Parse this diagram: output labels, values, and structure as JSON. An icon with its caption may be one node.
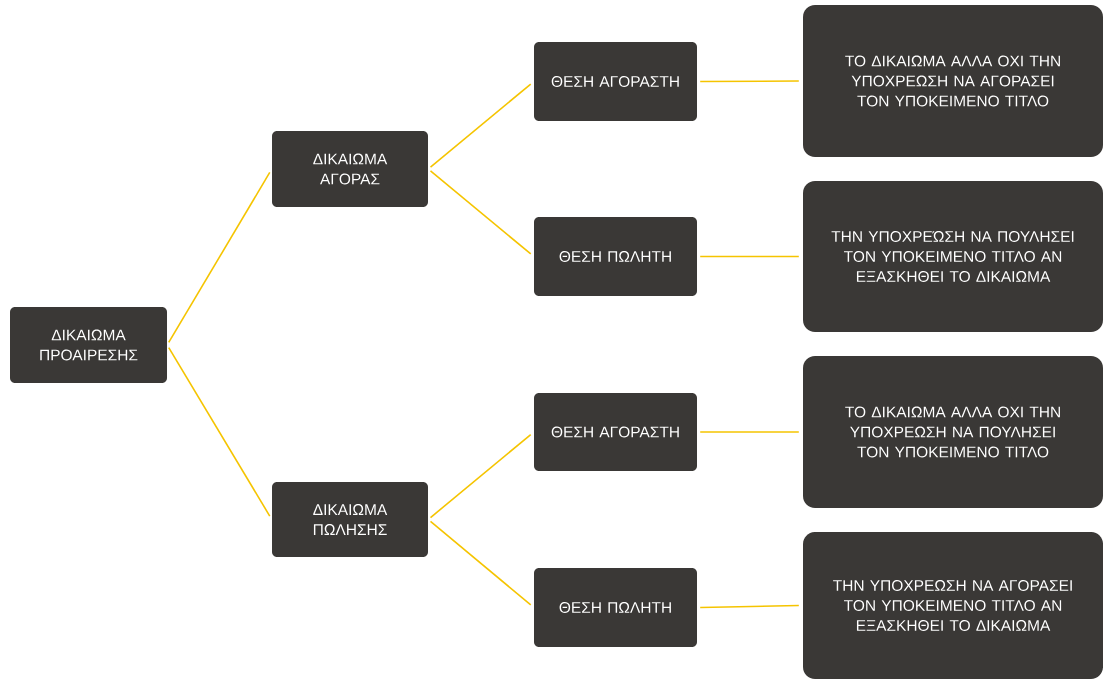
{
  "diagram": {
    "nodes": [
      {
        "text": [
          "ΔΙΚΑΙΩΜΑ ΠΡΟΑΙΡΕΣΗΣ"
        ]
      },
      {
        "text": [
          "ΔΙΚΑΙΩΜΑ ΑΓΟΡΑΣ"
        ]
      },
      {
        "text": [
          "ΘΕΣΗ ΑΓΟΡΑΣΤΗ"
        ]
      },
      {
        "text": [
          "ΤΟ ΔΙΚΑΙΩΜΑ ΑΛΛΑ ΟΧΙ ΤΗΝ ΥΠΟΧΡΕΩΣΗ ΝΑ ΑΓΟΡΑΣΕΙ ΤΟΝ ΥΠΟΚΕΙΜΕΝΟ ΤΙΤΛΟ"
        ]
      },
      {
        "text": [
          "ΘΕΣΗ ΠΩΛΗΤΗ"
        ]
      },
      {
        "text": [
          "ΤΗΝ ΥΠΟΧΡΕΏΣΗ ΝΑ ΠΟΥΛΗΣΕΙ ΤΟΝ ΥΠΟΚΕΙΜΕΝΟ ΤΙΤΛΟ ΑΝ ΕΞΑΣΚΗΘΕΙ ΤΟ ΔΙΚΑΙΩΜΑ"
        ]
      },
      {
        "text": [
          "ΔΙΚΑΙΩΜΑ ΠΩΛΗΣΗΣ"
        ]
      },
      {
        "text": [
          "ΘΕΣΗ ΑΓΟΡΑΣΤΗ"
        ]
      },
      {
        "text": [
          "ΤΟ ΔΙΚΑΙΩΜΑ ΑΛΛΑ ΟΧΙ ΤΗΝ ΥΠΟΧΡΕΩΣΗ ΝΑ ΠΟΥΛΗΣΕΙ ΤΟΝ ΥΠΟΚΕΙΜΕΝΟ ΤΙΤΛΟ"
        ]
      },
      {
        "text": [
          "ΘΕΣΗ ΠΩΛΗΤΗ"
        ]
      },
      {
        "text": [
          "ΤΗΝ ΥΠΟΧΡΕΩΣΗ ΝΑ ΑΓΟΡΑΣΕΙ ΤΟΝ ΥΠΟΚΕΙΜΕΝΟ ΤΙΤΛΟ ΑΝ ΕΞΑΣΚΗΘΕΙ ΤΟ ΔΙΚΑΙΩΜΑ"
        ]
      }
    ],
    "edges": [
      {
        "from": 0,
        "to": 1,
        "arrow": "none"
      },
      {
        "from": 0,
        "to": 6,
        "arrow": "none"
      },
      {
        "from": 1,
        "to": 2,
        "arrow": "none"
      },
      {
        "from": 1,
        "to": 4,
        "arrow": "none"
      },
      {
        "from": 2,
        "to": 3,
        "arrow": "none"
      },
      {
        "from": 4,
        "to": 5,
        "arrow": "none"
      },
      {
        "from": 6,
        "to": 7,
        "arrow": "none"
      },
      {
        "from": 6,
        "to": 9,
        "arrow": "none"
      },
      {
        "from": 7,
        "to": 8,
        "arrow": "none"
      },
      {
        "from": 9,
        "to": 10,
        "arrow": "none"
      }
    ]
  }
}
